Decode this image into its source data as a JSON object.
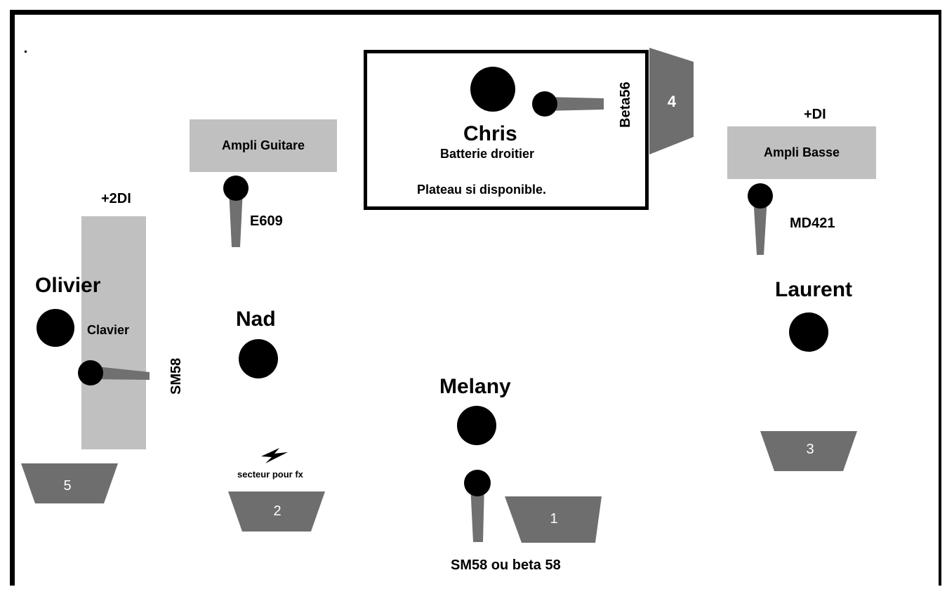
{
  "musicians": {
    "olivier": "Olivier",
    "nad": "Nad",
    "chris": "Chris",
    "melany": "Melany",
    "laurent": "Laurent"
  },
  "instruments": {
    "ampli_guitare": "Ampli Guitare",
    "ampli_basse": "Ampli Basse",
    "clavier": "Clavier",
    "batterie": "Batterie droitier",
    "plateau": "Plateau si disponible."
  },
  "di": {
    "clavier": "+2DI",
    "basse": "+DI"
  },
  "mics": {
    "guitare": "E609",
    "basse": "MD421",
    "clavier": "SM58",
    "drums": "Beta56",
    "chant": "SM58 ou beta 58"
  },
  "power": {
    "label": "secteur pour fx"
  },
  "monitors": {
    "m1": "1",
    "m2": "2",
    "m3": "3",
    "m4": "4",
    "m5": "5"
  },
  "colors": {
    "equipment": "#c0c0c0",
    "mic_body": "#707070",
    "monitor": "#6e6e6e",
    "outline": "#000000"
  }
}
